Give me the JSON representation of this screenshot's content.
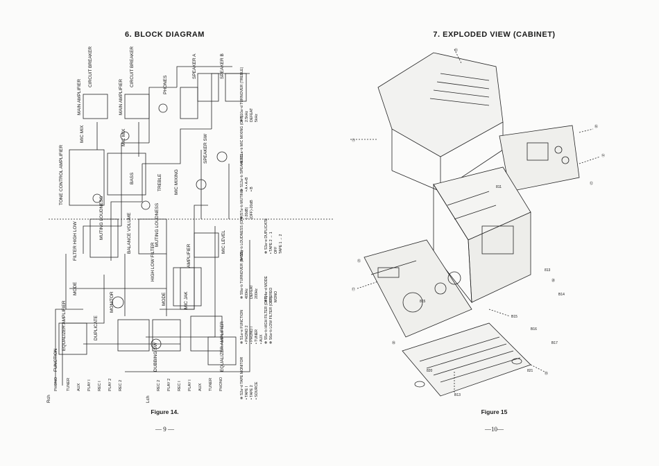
{
  "left_page": {
    "title": "6. BLOCK DIAGRAM",
    "figure_caption": "Figure 14.",
    "page_number": "— 9 —",
    "rotated_labels": {
      "function": "FUNCTION",
      "equalizer_amp_top": "EQUALIZER AMPLIFIER",
      "duplicate": "DUPLICATE",
      "monitor": "MONITOR",
      "dubbing_sw": "DUBBING SW",
      "equalizer_amp_bottom": "EQUALIZER AMPLIFIER",
      "tone_control": "TONE CONTROL AMPLIFIER",
      "muting_loudness_top": "MUTING LOUDNESS",
      "filter": "FILTER HIGH LOW",
      "mode": "MODE",
      "balance_volume": "BALANCE VOLUME",
      "high_low_filter": "HIGH LOW FILTER",
      "mode2": "MODE",
      "muting_loudness_mid": "MUTING LOUDNESS",
      "mic_mix_top": "MIC MIX",
      "mic_mix_mid": "MIC MIX",
      "bass": "BASS",
      "treble": "TREBLE",
      "mic_mixing": "MIC MIXING",
      "mic_level": "MIC LEVEL",
      "amplifier": "AMPLIFIER",
      "mic_jak": "MIC JAK",
      "main_amp_top": "MAIN AMPLIFIER",
      "main_amp_mid": "MAIN AMPLIFIER",
      "circuit_breaker_top": "CIRCUIT BREAKER",
      "circuit_breaker_mid": "CIRCUIT BREAKER",
      "phones": "PHONES",
      "speaker_a": "SPEAKER A",
      "speaker_b": "SPEAKER B",
      "speaker_sw": "SPEAKER SW",
      "rch": "Rch",
      "lch": "Lch",
      "inputs": [
        "PHONO",
        "TUNER",
        "AUX",
        "PLAY I",
        "REC I",
        "PLAY 2",
        "REC 2"
      ],
      "inputs_lower": [
        "REC 2",
        "PLAY 2",
        "REC I",
        "PLAY I",
        "AUX",
        "TUNER",
        "PHONO"
      ]
    },
    "legend_columns": [
      [
        "✻ S1a~e FUNCTION",
        "  • PHONO 2",
        "  • PHONO I",
        "  • TUNER",
        "  • AUX",
        "✻ S2a~d TAPE MONITOR",
        "  • TAPE I",
        "  • TAPE 2",
        "  • SOURCE"
      ],
      [
        "✻ S3a~e DUPLICATE",
        "  • TAPE 2 → 1",
        "  OFF",
        "  TAPE 1 → 2",
        "✻ S4a~d MODE",
        "  STEREO",
        "  MONO",
        "✻ S5a~b HIGH FILTER (OFF)",
        "✻ S6a~b LOW FILTER (OFF)"
      ],
      [
        "✻ S7a~b MUTING",
        "  (-20dB)",
        "  (OFF)-20dB",
        "✻ S8a~b LOUDNESS (OFF)",
        "✻ S9a~b TURNOVER (BASS)",
        "  400Hz",
        "  DEFEAT",
        "  200Hz"
      ],
      [
        "✻ S10a~d TURNOVER (TREBLE)",
        "  2.5kHz",
        "  DEFEAT",
        "  5kHz",
        "✻ S11a~b MIC MIXING (OFF)",
        "✻ S12a~b SPEAKERS",
        "  • A  • A+B",
        "  • B"
      ]
    ]
  },
  "right_page": {
    "title": "7. EXPLODED VIEW (CABINET)",
    "figure_caption": "Figure 15",
    "page_number": "—10—",
    "part_callouts": [
      "⑪",
      "⑬",
      "⑯",
      "⑭",
      "⑫",
      "⑮",
      "⑰",
      "⑱",
      "⑲",
      "⑳",
      "813",
      "815",
      "820",
      "821",
      "B13",
      "B15",
      "B16",
      "B17",
      "811",
      "B14"
    ]
  }
}
